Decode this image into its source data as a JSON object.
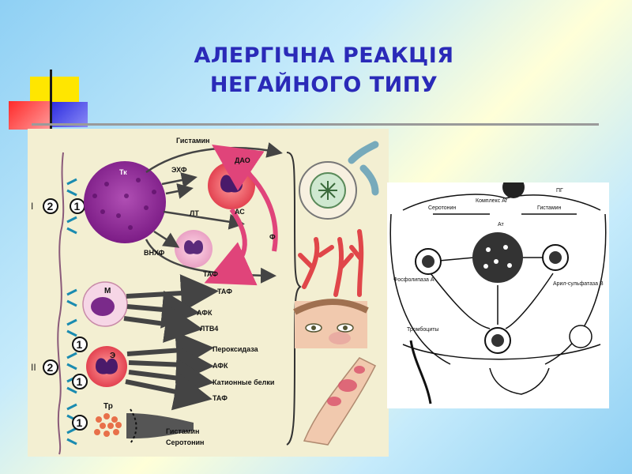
{
  "title": {
    "line1": "АЛЕРГІЧНА РЕАКЦІЯ",
    "line2": "НЕГАЙНОГО ТИПУ"
  },
  "left_diagram": {
    "type_labels": [
      "I",
      "II"
    ],
    "circle_labels": [
      "2",
      "1",
      "1",
      "2",
      "1",
      "1"
    ],
    "cells": {
      "mast": "Тк",
      "monocyte": "М",
      "eosinophil": "Э",
      "platelet": "Тр"
    },
    "top_mediators": {
      "histamine": "Гистамин",
      "dao": "ДАО",
      "ehf": "ЭХФ",
      "lt": "ЛТ",
      "as": "АС",
      "vnhf": "ВНХФ",
      "taf": "ТАФ",
      "f": "Ф"
    },
    "monocyte_mediators": [
      "ТАФ",
      "АФК",
      "ЛТВ4"
    ],
    "eosinophil_mediators": [
      "Пероксидаза",
      "АФК",
      "Катионные белки",
      "ТАФ"
    ],
    "platelet_mediators": [
      "Гистамин",
      "Серотонин"
    ]
  },
  "right_diagram": {
    "labels": {
      "complex": "Комплекс Аг",
      "at": "Ат",
      "pg": "ПГ",
      "serotonin": "Серотонин",
      "histamine": "Гистамин",
      "phospholipase": "Фосфолипаза А",
      "arylsulfatase": "Арил-сульфатаза В",
      "thrombocytes": "Тромбоциты"
    }
  },
  "colors": {
    "title": "#2a2ab8",
    "accent_yellow": "#ffe600",
    "accent_red": "#ff2a2a",
    "accent_blue": "#3a3ae0"
  }
}
